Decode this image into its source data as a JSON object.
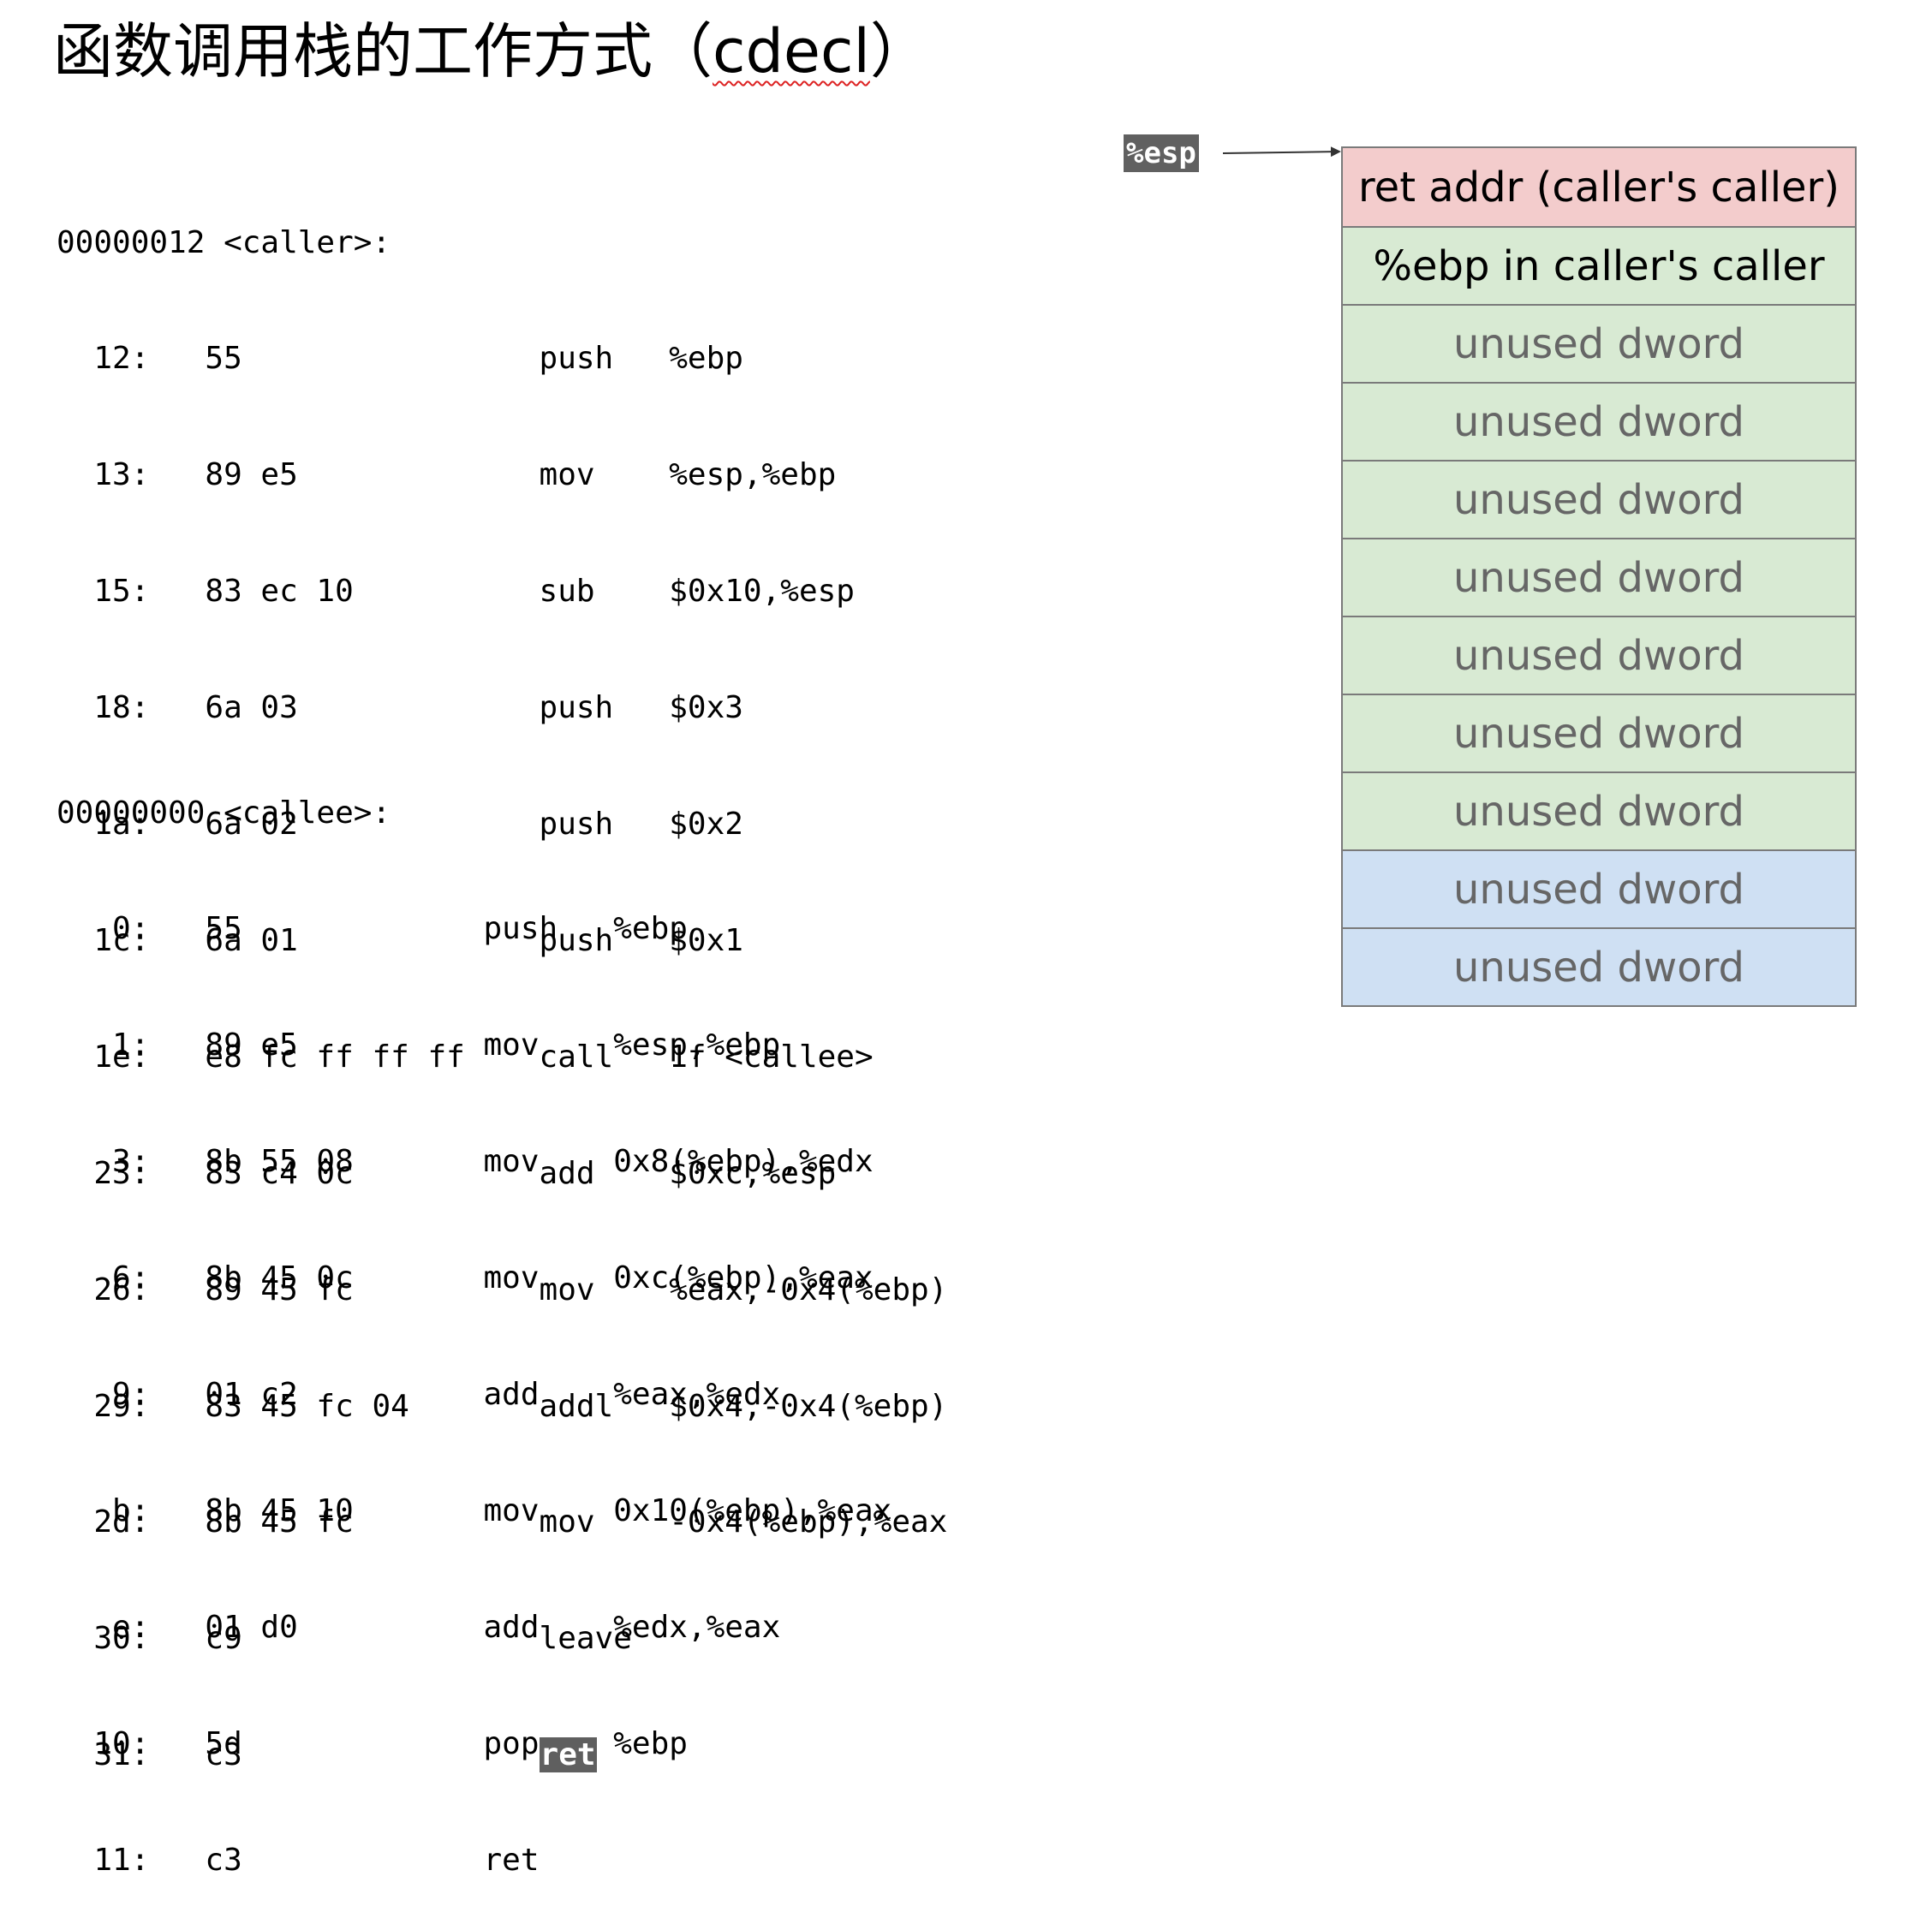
{
  "title": {
    "prefix": "函数调用栈的工作方式（",
    "squiggle": "cdecl",
    "suffix": "）"
  },
  "caller": {
    "header": "00000012 <caller>:",
    "lines": [
      "  12:   55                push   %ebp",
      "  13:   89 e5             mov    %esp,%ebp",
      "  15:   83 ec 10          sub    $0x10,%esp",
      "  18:   6a 03             push   $0x3",
      "  1a:   6a 02             push   $0x2",
      "  1c:   6a 01             push   $0x1",
      "  1e:   e8 fc ff ff ff    call   1f <callee>",
      "  23:   83 c4 0c          add    $0xc,%esp",
      "  26:   89 45 fc          mov    %eax,-0x4(%ebp)",
      "  29:   83 45 fc 04       addl   $0x4,-0x4(%ebp)",
      "  2d:   8b 45 fc          mov    -0x4(%ebp),%eax",
      "  30:   c9                leave"
    ],
    "last_prefix": "  31:   c3                ",
    "last_highlight": "ret"
  },
  "callee": {
    "header": "00000000 <callee>:",
    "lines": [
      "   0:   55             push   %ebp",
      "   1:   89 e5          mov    %esp,%ebp",
      "   3:   8b 55 08       mov    0x8(%ebp),%edx",
      "   6:   8b 45 0c       mov    0xc(%ebp),%eax",
      "   9:   01 c2          add    %eax,%edx",
      "   b:   8b 45 10       mov    0x10(%ebp),%eax",
      "   e:   01 d0          add    %edx,%eax",
      "  10:   5d             pop    %ebp",
      "  11:   c3             ret"
    ]
  },
  "esp_label": "%esp",
  "stack": [
    {
      "label": "ret addr (caller's caller)",
      "color": "red"
    },
    {
      "label": "%ebp in caller's caller",
      "color": "green"
    },
    {
      "label": "unused dword",
      "color": "green"
    },
    {
      "label": "unused dword",
      "color": "green"
    },
    {
      "label": "unused dword",
      "color": "green"
    },
    {
      "label": "unused dword",
      "color": "green"
    },
    {
      "label": "unused dword",
      "color": "green"
    },
    {
      "label": "unused dword",
      "color": "green"
    },
    {
      "label": "unused dword",
      "color": "green"
    },
    {
      "label": "unused dword",
      "color": "blue"
    },
    {
      "label": "unused dword",
      "color": "blue"
    }
  ],
  "colors": {
    "red_cell": "#f3cccc",
    "green_cell": "#d8ead3",
    "blue_cell": "#cfe0f3",
    "highlight": "#5f5f5f"
  }
}
